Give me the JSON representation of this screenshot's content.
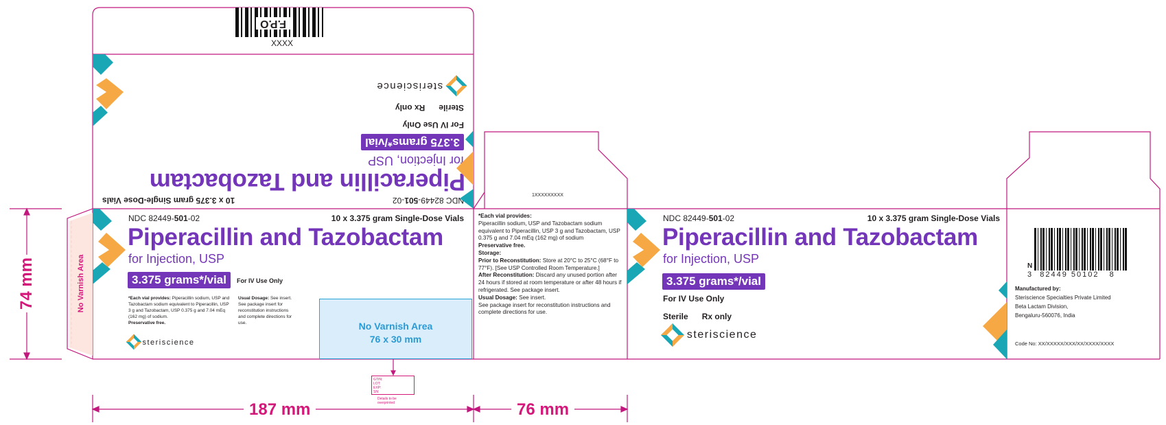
{
  "ndc_prefix": "NDC 82449-",
  "ndc_bold": "501",
  "ndc_suffix": "-02",
  "pack": "10 x 3.375 gram Single-Dose Vials",
  "title": "Piperacillin and Tazobactam",
  "subtitle": "for Injection, USP",
  "strength": "3.375 grams*/vial",
  "iv": "For IV Use Only",
  "sterile": "Sterile",
  "rx": "Rx only",
  "brand": "steriscience",
  "fpo": "F.P.O",
  "fpo_code": "XXXX",
  "tuck_code": "1XXXXXXXXX",
  "no_varnish": "No Varnish Area",
  "no_varnish_size": "76 x 30 mm",
  "left_small": {
    "each_label": "*Each vial provides:",
    "each_text": " Piperacillin sodium, USP and Tazobactam sodium equivalent to Piperacillin, USP 3 g and Tazobactam, USP 0.375 g and 7.04 mEq (162 mg) of sodium.",
    "pf": "Preservative free.",
    "usual_label": "Usual Dosage:",
    "usual_text": " See insert. See package insert for reconstitution instructions and complete directions for use."
  },
  "side": {
    "each_label": "*Each vial provides:",
    "each_text": "Piperacillin sodium, USP and Tazobactam sodium equivalent to Piperacillin, USP 3 g and Tazobactam, USP 0.375 g and 7.04 mEq (162 mg) of sodium",
    "pf": "Preservative free.",
    "storage": "Storage:",
    "prior_label": "Prior to Reconstitution:",
    "prior_text": " Store at 20°C to 25°C (68°F to 77°F). [See USP Controlled Room Temperature.]",
    "after_label": "After Reconstitution:",
    "after_text": " Discard any unused portion after 24 hours if stored at room temperature or after 48 hours if refrigerated. See package insert.",
    "usual_label": "Usual Dosage:",
    "usual_text": " See insert.",
    "usual_more": "See package insert for reconstitution instructions and complete directions for use."
  },
  "barcode": {
    "n": "N",
    "first": "3",
    "mid": "82449 50102",
    "last": "8"
  },
  "mfr": {
    "label": "Manufactured by:",
    "l1": "Steriscience Specialties Private Limited",
    "l2": "Beta Lactam Division,",
    "l3": "Bengaluru-560076, India"
  },
  "code": "Code No: XX/XXXXX/XXX/XX/XXXX/XXXX",
  "stamp": {
    "gtin": "GTIN:",
    "lot": "LOT:",
    "exp": "EXP:",
    "sn": "SN:",
    "note": "Details to be overprinted"
  },
  "dims": {
    "height": "74 mm",
    "width": "187 mm",
    "side": "76 mm"
  },
  "colors": {
    "purple": "#7436b8",
    "teal": "#1aa7b5",
    "orange": "#f5a843",
    "magenta": "#d4187a",
    "dieline": "#c2187e"
  }
}
